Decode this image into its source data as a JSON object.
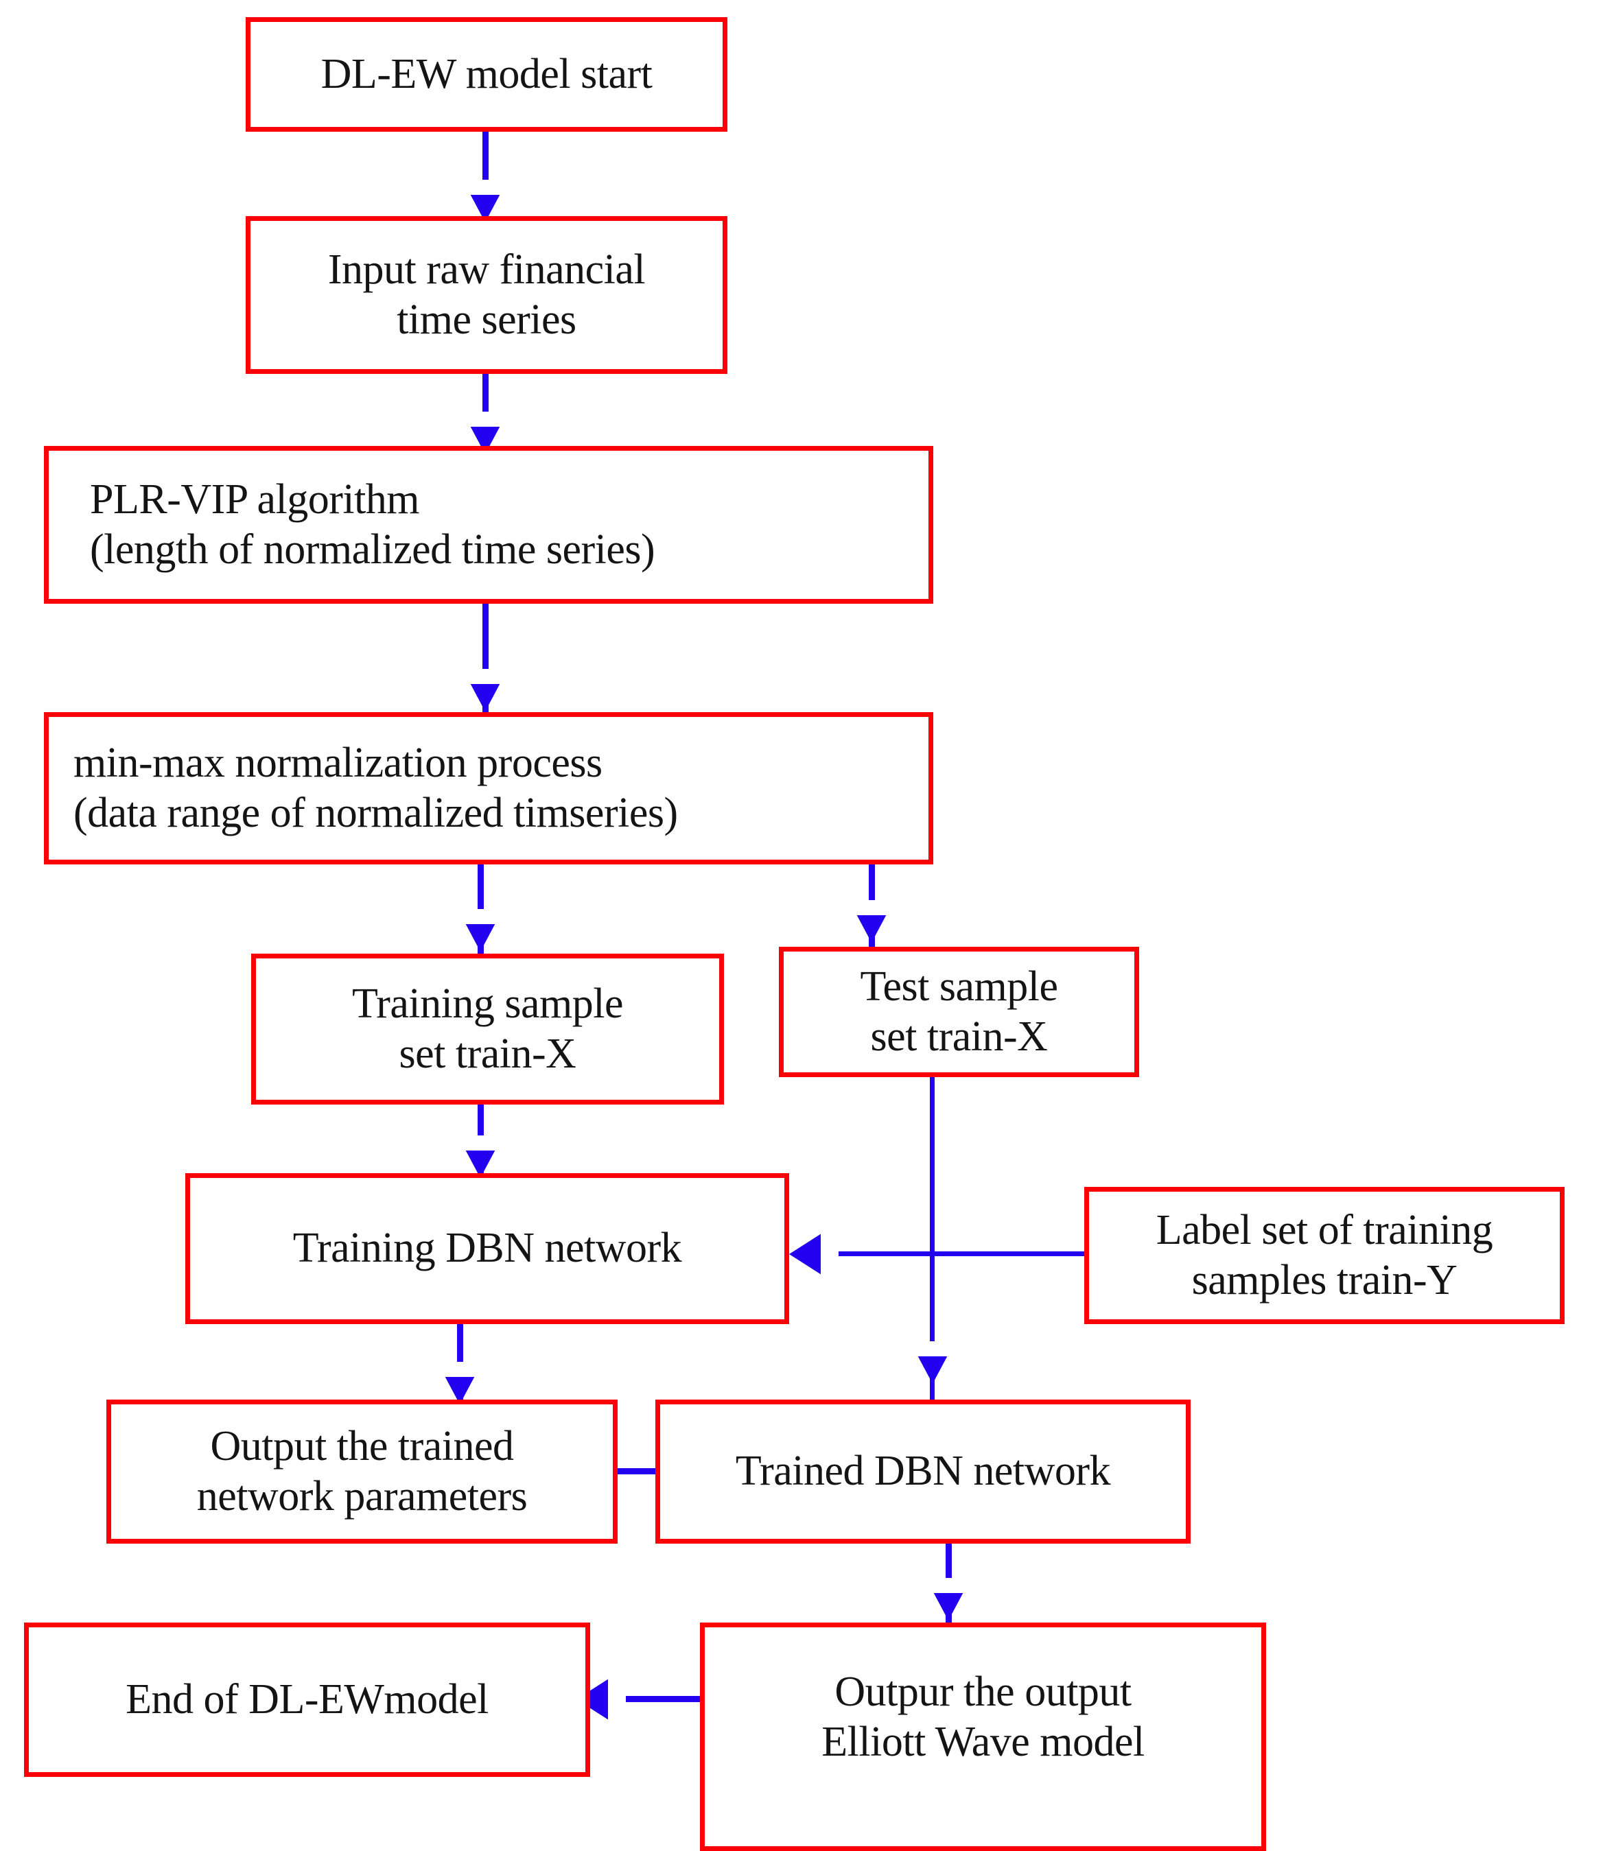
{
  "diagram": {
    "title": "DL-EW model flowchart",
    "colors": {
      "node_border": "#fb0007",
      "node_fill": "#ffffff",
      "connector": "#2400f0",
      "text": "#141414",
      "background": "#ffffff"
    },
    "nodes": [
      {
        "id": "start",
        "label": "DL-EW model start"
      },
      {
        "id": "input-series",
        "label": "Input raw financial\ntime series"
      },
      {
        "id": "plr-vip",
        "label": "PLR-VIP algorithm\n(length of normalized time series)"
      },
      {
        "id": "min-max",
        "label": "min-max normalization process\n(data range of normalized timseries)"
      },
      {
        "id": "train-sample",
        "label": "Training sample\nset train-X"
      },
      {
        "id": "test-sample",
        "label": "Test sample\nset train-X"
      },
      {
        "id": "training-dbn",
        "label": "Training DBN network"
      },
      {
        "id": "label-set",
        "label": "Label set of training\nsamples train-Y"
      },
      {
        "id": "output-params",
        "label": "Output the trained\nnetwork parameters"
      },
      {
        "id": "trained-dbn",
        "label": "Trained DBN network"
      },
      {
        "id": "end",
        "label": "End of DL-EWmodel"
      },
      {
        "id": "output-elliott",
        "label": "Outpur the output\nElliott Wave model"
      }
    ],
    "edges": [
      {
        "from": "start",
        "to": "input-series",
        "direction": "down"
      },
      {
        "from": "input-series",
        "to": "plr-vip",
        "direction": "down"
      },
      {
        "from": "plr-vip",
        "to": "min-max",
        "direction": "down"
      },
      {
        "from": "min-max",
        "to": "train-sample",
        "direction": "down"
      },
      {
        "from": "min-max",
        "to": "test-sample",
        "direction": "down"
      },
      {
        "from": "train-sample",
        "to": "training-dbn",
        "direction": "down"
      },
      {
        "from": "label-set",
        "to": "training-dbn",
        "direction": "left"
      },
      {
        "from": "training-dbn",
        "to": "output-params",
        "direction": "down"
      },
      {
        "from": "test-sample",
        "to": "trained-dbn",
        "direction": "down"
      },
      {
        "from": "output-params",
        "to": "trained-dbn",
        "direction": "link"
      },
      {
        "from": "trained-dbn",
        "to": "output-elliott",
        "direction": "down"
      },
      {
        "from": "output-elliott",
        "to": "end",
        "direction": "left"
      }
    ]
  }
}
